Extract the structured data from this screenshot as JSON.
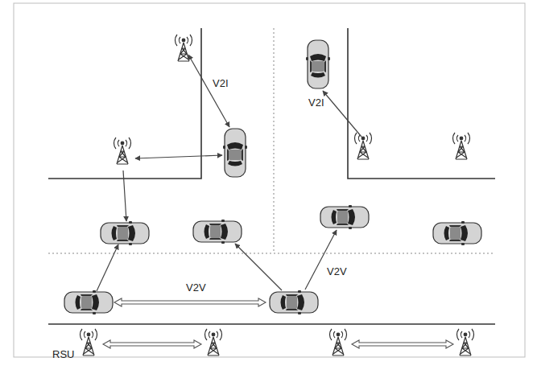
{
  "diagram": {
    "labels": [
      "V2I",
      "V2I",
      "V2V",
      "V2V",
      "RSU"
    ]
  }
}
